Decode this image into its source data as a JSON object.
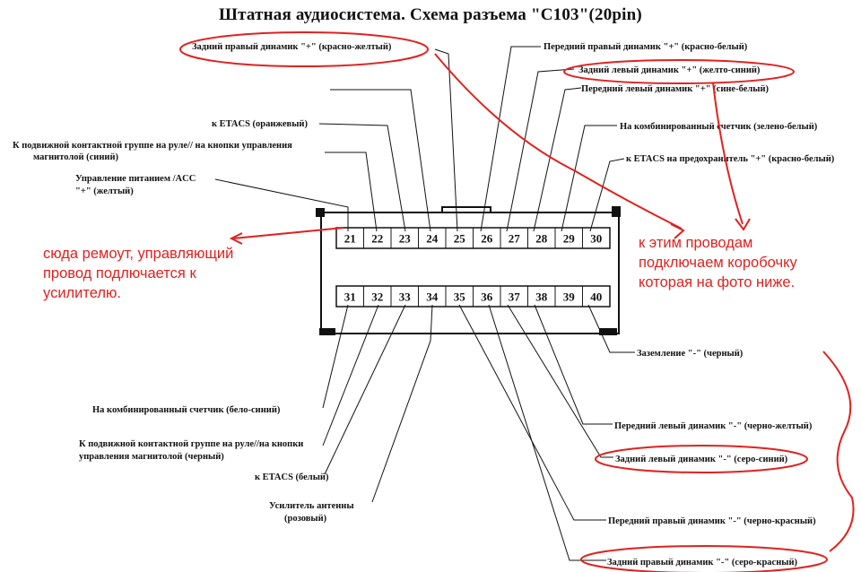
{
  "title": "Штатная аудиосистема. Схема разъема \"C103\"(20pin)",
  "pins": {
    "top": [
      "21",
      "22",
      "23",
      "24",
      "25",
      "26",
      "27",
      "28",
      "29",
      "30"
    ],
    "bottom": [
      "31",
      "32",
      "33",
      "34",
      "35",
      "36",
      "37",
      "38",
      "39",
      "40"
    ]
  },
  "labels": {
    "rear_right_plus": "Задний правый динамик \"+\" (красно-желтый)",
    "front_right_plus": "Передний правый динамик \"+\" (красно-белый)",
    "rear_left_plus": "Задний левый динамик \"+\" (желто-синий)",
    "front_left_plus": "Передний левый динамик \"+\" (сине-белый)",
    "etacs_orange": "к ETACS (оранжевый)",
    "combo_meter_green": "На комбинированный счетчик (зелено-белый)",
    "steering_blue_line1": "К подвижной контактной группе на руле// на кнопки управления",
    "steering_blue_line2": "магнитолой  (синий)",
    "etacs_fuse": "к ETACS на предохранитель \"+\" (красно-белый)",
    "power_acc_line1": "Управление питанием /ACC",
    "power_acc_line2": "\"+\" (желтый)",
    "ground": "Заземление \"-\" (черный)",
    "combo_meter_blue": "На комбинированный счетчик (бело-синий)",
    "front_left_minus": "Передний левый динамик \"-\" (черно-желтый)",
    "steering_black_line1": "К подвижной контактной группе на руле//на кнопки",
    "steering_black_line2": "управления магнитолой (черный)",
    "rear_left_minus": "Задний левый динамик \"-\" (серо-синий)",
    "etacs_white": "к ETACS (белый)",
    "antenna_line1": "Усилитель антенны",
    "antenna_line2": "(розовый)",
    "front_right_minus": "Передний правый динамик \"-\" (черно-красный)",
    "rear_right_minus": "Задний правый динамик \"-\" (серо-красный)"
  },
  "notes": {
    "left": [
      "сюда ремоут, управляющий",
      "провод подлючается к",
      "усилителю."
    ],
    "right": [
      "к этим проводам",
      "подключаем коробочку",
      "которая на фото ниже."
    ]
  },
  "colors": {
    "annotation_red": "#e1211f",
    "line": "#111111"
  }
}
